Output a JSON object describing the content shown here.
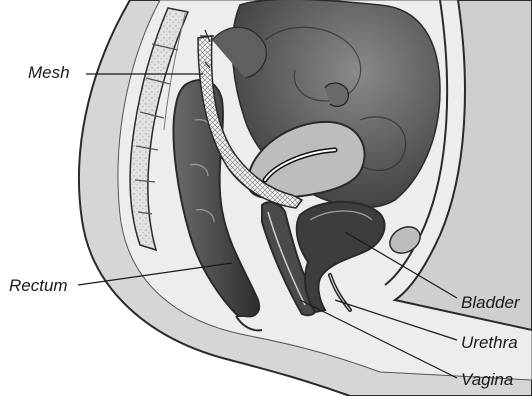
{
  "labels": {
    "mesh": "Mesh",
    "rectum": "Rectum",
    "bladder": "Bladder",
    "urethra": "Urethra",
    "vagina": "Vagina"
  },
  "colors": {
    "background": "#ffffff",
    "body_outline": "#2a2a2a",
    "tissue_light": "#d9d9d9",
    "tissue_mid": "#9a9a9a",
    "tissue_dark": "#3a3a3a",
    "bone": "#e6e6e6",
    "mesh": "#efefef"
  }
}
